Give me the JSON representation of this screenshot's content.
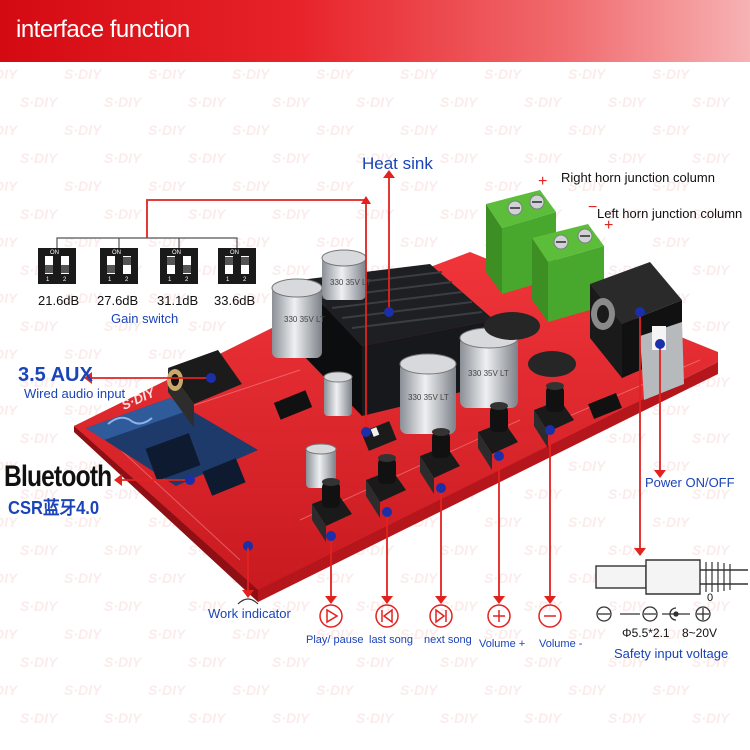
{
  "header": {
    "title": "interface function"
  },
  "watermark": {
    "text": "S·DIY"
  },
  "labels": {
    "heat_sink": "Heat sink",
    "right_horn": "Right horn junction column",
    "left_horn": "Left horn junction column",
    "gain_switch": "Gain switch",
    "aux_title": "3.5 AUX",
    "aux_sub": "Wired audio input",
    "bt_title": "Bluetooth",
    "bt_sub": "CSR蓝牙4.0",
    "power": "Power ON/OFF",
    "work_indicator": "Work indicator",
    "play_pause": "Play/ pause",
    "last_song": "last song",
    "next_song": "next song",
    "volume_plus": "Volume +",
    "volume_minus": "Volume -",
    "safety": "Safety input voltage",
    "dc_spec": "Φ5.5*2.1",
    "dc_voltage": "8~20V",
    "dc_zero": "0"
  },
  "gain": {
    "on_label": "ON",
    "pin1": "1",
    "pin2": "2",
    "values": [
      "21.6dB",
      "27.6dB",
      "31.1dB",
      "33.6dB"
    ]
  },
  "capacitors": {
    "cap_a": "330 35V LT",
    "cap_b": "330 35V LT",
    "cap_c": "330 35V LT",
    "cap_d": "330 35V LT"
  },
  "board_text": {
    "pcb_brand": "S·DIY"
  },
  "colors": {
    "accent_red": "#e2221f",
    "label_blue": "#1a44b8",
    "dot_blue": "#1b2fa8",
    "board_red": "#e8242c",
    "terminal_green": "#48a82e"
  },
  "icons": {
    "play_pause": "play-icon",
    "last_song": "skip-back-icon",
    "next_song": "skip-forward-icon",
    "volume_plus": "plus-icon",
    "volume_minus": "minus-icon"
  }
}
